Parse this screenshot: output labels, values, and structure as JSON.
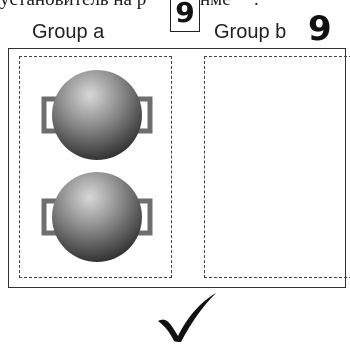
{
  "caption": {
    "text_before": "установитель на р",
    "box_digit": "9",
    "text_after": "нме",
    "trailing": "."
  },
  "groups": [
    {
      "label": "Group a",
      "items": [
        {
          "icon": "pot-icon"
        },
        {
          "icon": "pot-icon"
        }
      ]
    },
    {
      "label": "Group b",
      "items": []
    }
  ],
  "corner_digit": "9",
  "confirm": {
    "icon": "checkmark-icon",
    "glyph": "✔"
  },
  "colors": {
    "pot_light": "#c9c9c9",
    "pot_dark": "#2f2f2f",
    "handle": "#6e6e6e",
    "frame": "#333333"
  }
}
